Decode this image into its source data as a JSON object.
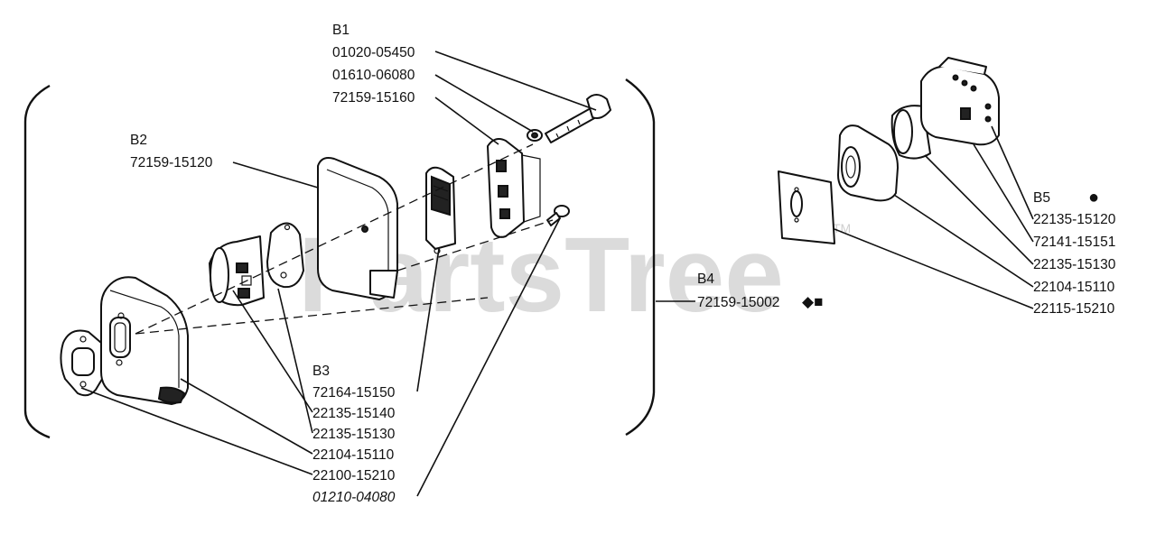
{
  "watermark": {
    "text": "PartsTree",
    "tm": "TM"
  },
  "groups": {
    "b1": "B1",
    "b2": "B2",
    "b3": "B3",
    "b4": "B4",
    "b5": "B5"
  },
  "parts": {
    "bolt": "01020-05450",
    "washer": "01610-06080",
    "muffler_cover_plate": "72159-15160",
    "muffler_cover": "72159-15120",
    "screen": "72164-15150",
    "baffle_a": "22135-15140",
    "baffle_b": "22135-15130",
    "muffler_body": "22104-15110",
    "gasket": "22100-15210",
    "screw": "01210-04080",
    "assembly": "72159-15002",
    "b5_top": "22135-15120",
    "b5_cover": "72141-15151",
    "b5_baffle": "22135-15130",
    "b5_body": "22104-15110",
    "b5_gasket": "22115-15210"
  },
  "symbols": {
    "assembly_marks": "◆■",
    "b5_mark": "●"
  }
}
